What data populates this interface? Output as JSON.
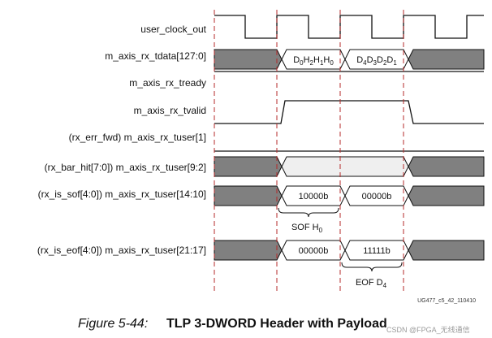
{
  "signals": [
    {
      "id": "clk",
      "label": "user_clock_out"
    },
    {
      "id": "tdata",
      "label": "m_axis_rx_tdata[127:0]"
    },
    {
      "id": "tready",
      "label": "m_axis_rx_tready"
    },
    {
      "id": "tvalid",
      "label": "m_axis_rx_tvalid"
    },
    {
      "id": "errfwd",
      "label": "(rx_err_fwd) m_axis_rx_tuser[1]"
    },
    {
      "id": "barhit",
      "label": "(rx_bar_hit[7:0]) m_axis_rx_tuser[9:2]"
    },
    {
      "id": "sof",
      "label": "(rx_is_sof[4:0]) m_axis_rx_tuser[14:10]"
    },
    {
      "id": "eof",
      "label": "(rx_is_eof[4:0]) m_axis_rx_tuser[21:17]"
    }
  ],
  "bus_values": {
    "tdata_1": {
      "main": "D",
      "parts": [
        [
          "0",
          "D"
        ],
        [
          "2",
          "H"
        ],
        [
          "1",
          "H"
        ],
        [
          "0",
          ""
        ]
      ]
    },
    "tdata_1_parts": [
      {
        "base": "D",
        "sub": "0"
      },
      {
        "base": "H",
        "sub": "2"
      },
      {
        "base": "H",
        "sub": "1"
      },
      {
        "base": "H",
        "sub": "0"
      }
    ],
    "tdata_2_parts": [
      {
        "base": "D",
        "sub": "4"
      },
      {
        "base": "D",
        "sub": "3"
      },
      {
        "base": "D",
        "sub": "2"
      },
      {
        "base": "D",
        "sub": "1"
      }
    ],
    "sof_1": "10000b",
    "sof_2": "00000b",
    "eof_1": "00000b",
    "eof_2": "11111b"
  },
  "annotations": {
    "sof": {
      "base": "SOF H",
      "sub": "0"
    },
    "eof": {
      "base": "EOF D",
      "sub": "4"
    }
  },
  "figure_id": "UG477_c5_42_110410",
  "caption": {
    "number": "Figure 5-44:",
    "title": "TLP 3-DWORD Header with Payload"
  },
  "watermark": "CSDN @FPGA_无线通信",
  "colors": {
    "bus_fill_idle": "#808080",
    "bus_fill_light": "#efefef",
    "bus_fill_white": "#ffffff",
    "guide_line": "#b52a2a",
    "line": "#111111"
  }
}
